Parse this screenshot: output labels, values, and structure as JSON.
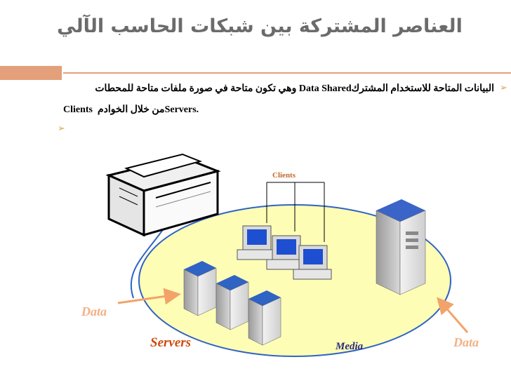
{
  "slide": {
    "title": "العناصر المشتركة بين شبكات الحاسب الآلي",
    "bullets": [
      {
        "rtl_part": "وهي تكون متاحة في صورة ملفات متاحة للمحطات",
        "latin_part": "Data Shared",
        "rtl_tail": "البيانات المتاحة للاستخدام المشترك"
      },
      {
        "clients": "Clients",
        "rtl_part": "من خلال الخوادم",
        "servers": "Servers."
      }
    ]
  },
  "diagram": {
    "clients_label": "Clients",
    "servers_label": "Servers",
    "media_label": "Media",
    "data_left_label": "Data",
    "data_right_label": "Data"
  },
  "colors": {
    "title": "#6b6b6b",
    "accent_rule": "#e3a07a",
    "bullet": "#d9a24a",
    "ellipse_fill": "#fdfdb6",
    "ellipse_stroke": "#2f63c4",
    "servers_label": "#d04a10",
    "media_label": "#2a2a7a",
    "data_label": "#f3b184",
    "clients_label": "#c06a2a"
  },
  "icons": [
    "printer-icon",
    "server-icon",
    "workstation-icon",
    "arrow-icon",
    "bullet-arrow-icon"
  ]
}
